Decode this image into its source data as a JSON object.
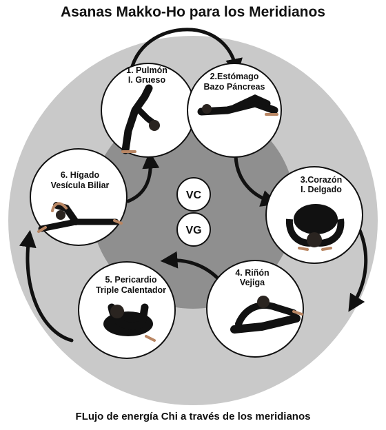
{
  "title": "Asanas Makko-Ho para los Meridianos",
  "footer": "FLujo de energía Chi a través de los meridianos",
  "colors": {
    "outer_ring": "#c9c9c9",
    "inner_core": "#8f8f8f",
    "node_fill": "#ffffff",
    "node_stroke": "#111111",
    "arrow": "#111111",
    "figure": "#111111",
    "skin": "#b98663"
  },
  "poses": [
    {
      "number_label": "1. Pulmón",
      "second_label": "I. Grueso",
      "icon": "standing-forward-bend-figure"
    },
    {
      "number_label": "2.Estómago",
      "second_label": "Bazo Páncreas",
      "icon": "reclined-hero-figure"
    },
    {
      "number_label": "3.Corazón",
      "second_label": "I. Delgado",
      "icon": "seated-butterfly-fold-figure"
    },
    {
      "number_label": "4. Riñón",
      "second_label": "Vejiga",
      "icon": "seated-forward-fold-figure"
    },
    {
      "number_label": "5. Pericardio",
      "second_label": "Triple Calentador",
      "icon": "cross-legged-fold-figure"
    },
    {
      "number_label": "6. Hígado",
      "second_label": "Vesícula Biliar",
      "icon": "side-split-stretch-figure"
    }
  ],
  "center": {
    "vc": "VC",
    "vg": "VG"
  }
}
